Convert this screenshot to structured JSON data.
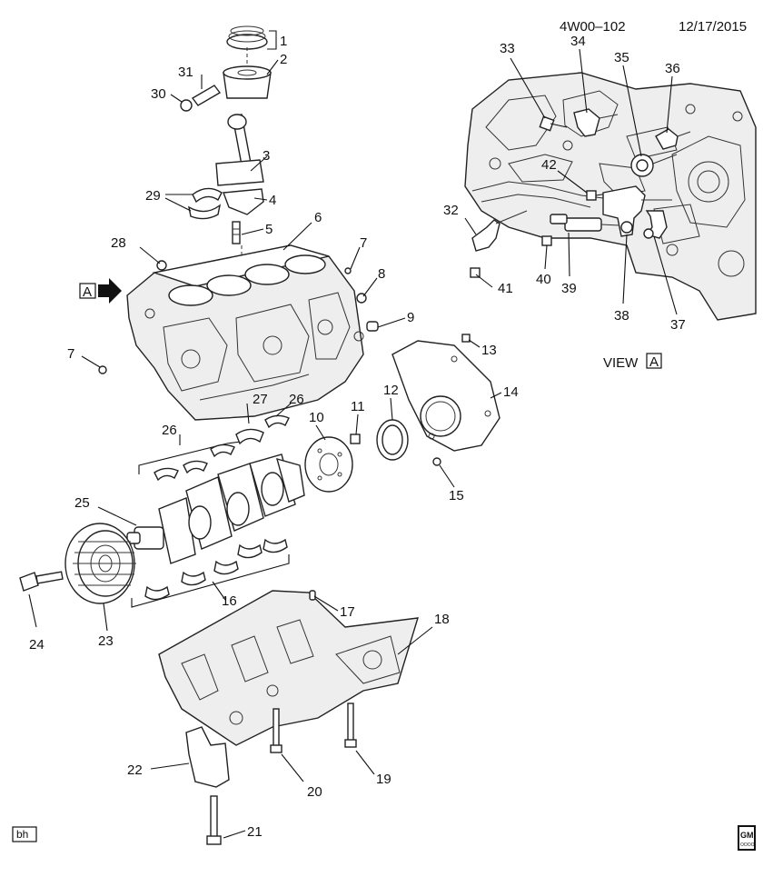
{
  "header": {
    "diagram_id": "4W00–102",
    "date": "12/17/2015"
  },
  "view_label": "VIEW",
  "view_letter": "A",
  "arrow_letter": "A",
  "footer": {
    "initials": "bh",
    "logo_text": "GM",
    "logo_subtext": "OOOO"
  },
  "callouts": [
    "1",
    "2",
    "3",
    "4",
    "5",
    "6",
    "7",
    "7",
    "8",
    "9",
    "10",
    "11",
    "12",
    "13",
    "14",
    "15",
    "16",
    "17",
    "18",
    "19",
    "20",
    "21",
    "22",
    "23",
    "24",
    "25",
    "26",
    "26",
    "27",
    "28",
    "29",
    "30",
    "31",
    "32",
    "33",
    "34",
    "35",
    "36",
    "37",
    "38",
    "39",
    "40",
    "41",
    "42"
  ]
}
